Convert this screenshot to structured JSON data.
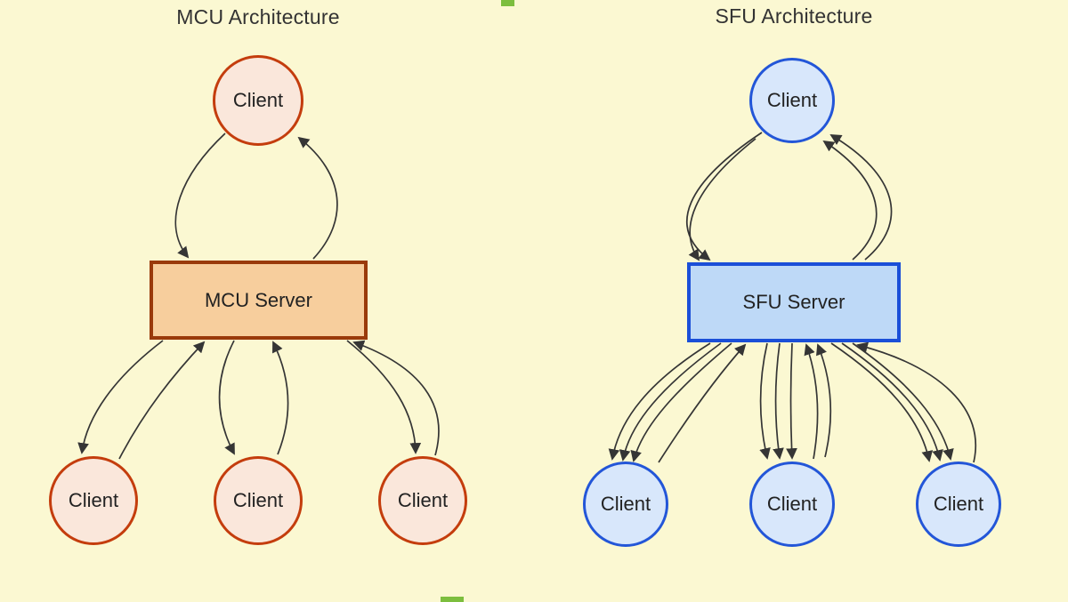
{
  "css_vars": {
    "bg": "#FBF8D2",
    "arrow": "#353535",
    "title-color": "#333333",
    "mcu-node-fill": "#FAE7DB",
    "mcu-node-border": "#C43D0D",
    "mcu-server-fill": "#F7CE9D",
    "mcu-server-border": "#9A3A0B",
    "sfu-node-fill": "#D8E7FB",
    "sfu-node-border": "#2356D8",
    "sfu-server-fill": "#BED9F7",
    "sfu-server-border": "#1B4FD8",
    "green-accent": "#7CBE3E"
  },
  "mcu": {
    "title": "MCU Architecture",
    "server_label": "MCU Server",
    "client_label": "Client"
  },
  "sfu": {
    "title": "SFU Architecture",
    "server_label": "SFU Server",
    "client_label": "Client"
  }
}
